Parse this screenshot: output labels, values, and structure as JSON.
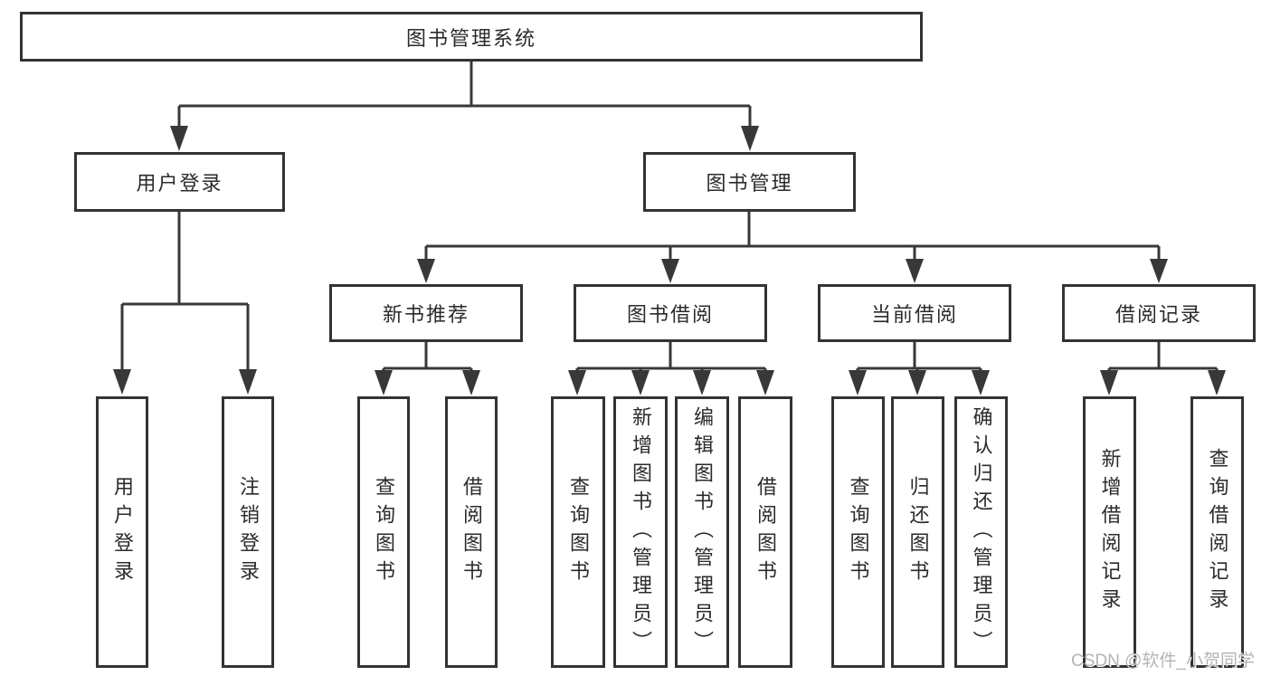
{
  "diagram": {
    "root": "图书管理系统",
    "user_login": {
      "label": "用户登录",
      "children": [
        "用户登录",
        "注销登录"
      ]
    },
    "book_mgmt": {
      "label": "图书管理",
      "sections": [
        {
          "label": "新书推荐",
          "children": [
            "查询图书",
            "借阅图书"
          ]
        },
        {
          "label": "图书借阅",
          "children": [
            "查询图书",
            "新增图书（管理员）",
            "编辑图书（管理员）",
            "借阅图书"
          ]
        },
        {
          "label": "当前借阅",
          "children": [
            "查询图书",
            "归还图书",
            "确认归还（管理员）"
          ]
        },
        {
          "label": "借阅记录",
          "children": [
            "新增借阅记录",
            "查询借阅记录"
          ]
        }
      ]
    }
  },
  "watermark": "CSDN @软件_小贺同学",
  "colors": {
    "line": "#383838",
    "box_border": "#333333",
    "text": "#2b2b2b",
    "watermark": "#b4b4b4",
    "background": "#ffffff"
  }
}
